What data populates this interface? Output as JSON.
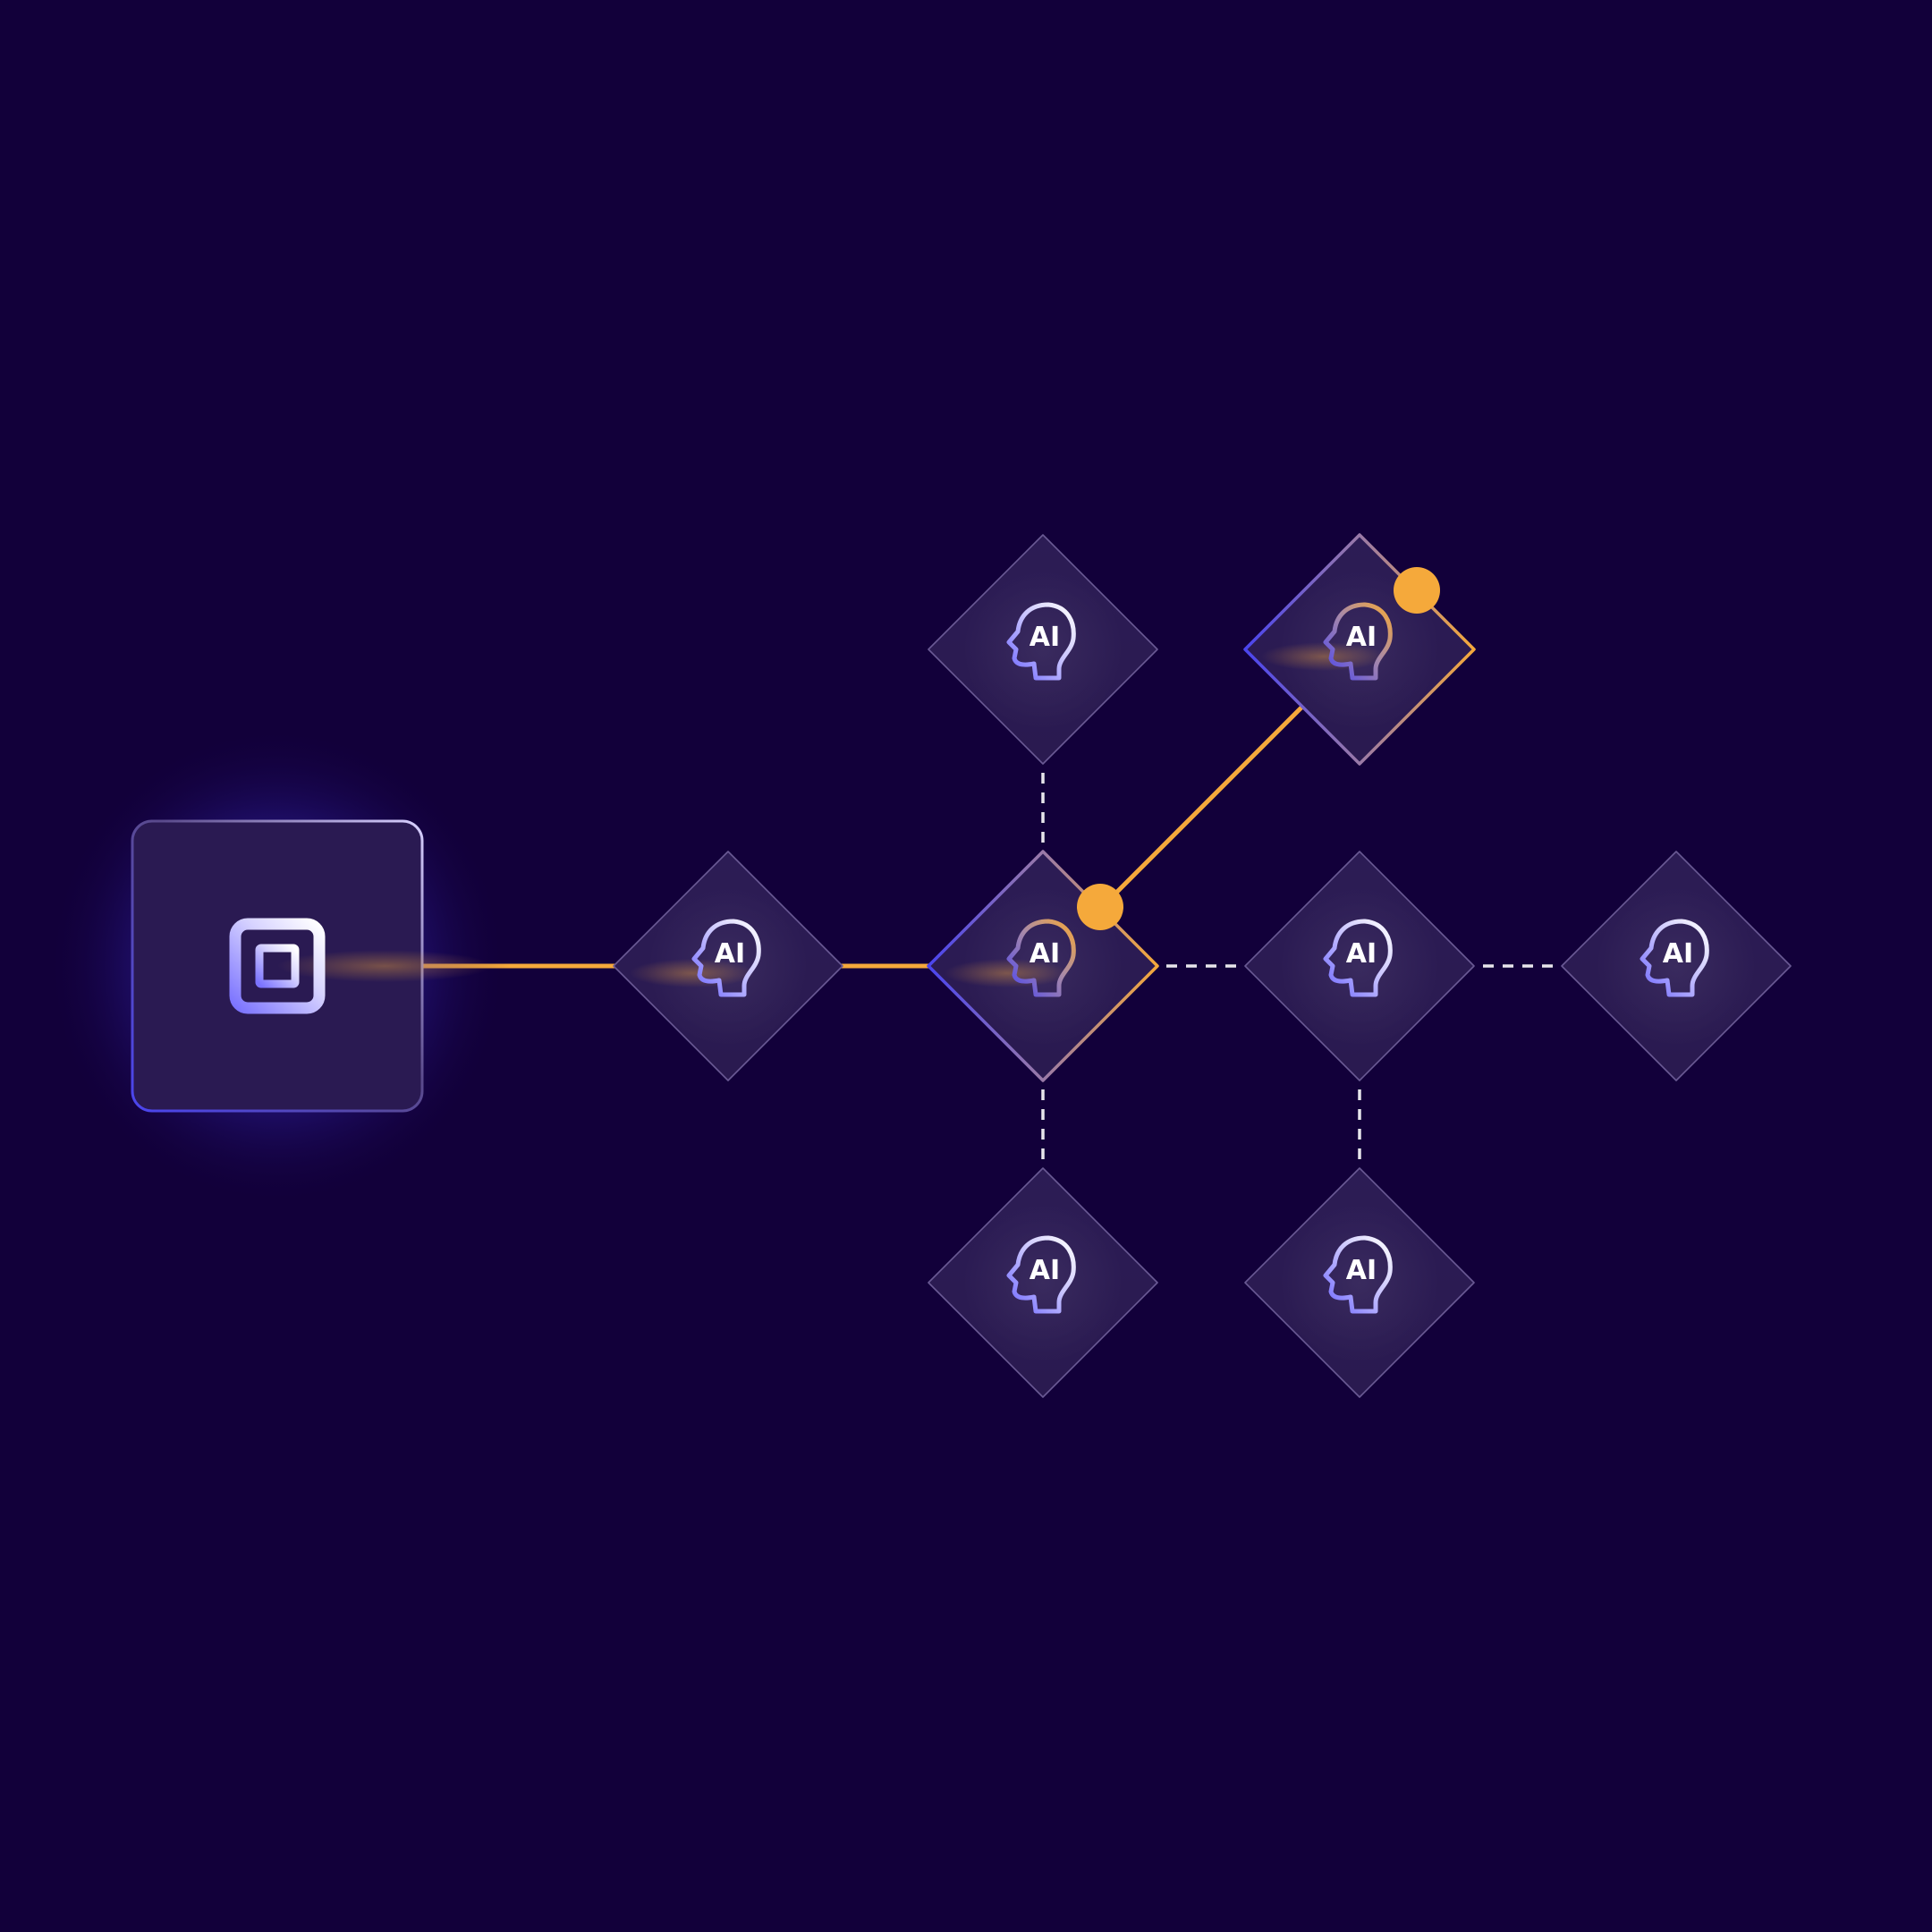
{
  "colors": {
    "background": "#12003a",
    "tile_fill": "#2a1a52",
    "tile_border": "#6a5a94",
    "accent_orange": "#f5a93b",
    "accent_blue": "#4b45ef",
    "icon_light": "#ffffff",
    "icon_violet": "#8a86ff",
    "dashed_connector": "#ffffff"
  },
  "source": {
    "icon": "cpu-chip-icon"
  },
  "nodes": [
    {
      "id": "n1",
      "label": "AI",
      "icon": "ai-head-icon",
      "active": false
    },
    {
      "id": "n2",
      "label": "AI",
      "icon": "ai-head-icon",
      "active": false
    },
    {
      "id": "n3",
      "label": "AI",
      "icon": "ai-head-icon",
      "active": true
    },
    {
      "id": "n4",
      "label": "AI",
      "icon": "ai-head-icon",
      "active": false
    },
    {
      "id": "n5",
      "label": "AI",
      "icon": "ai-head-icon",
      "active": false
    },
    {
      "id": "n6",
      "label": "AI",
      "icon": "ai-head-icon",
      "active": false
    },
    {
      "id": "n7",
      "label": "AI",
      "icon": "ai-head-icon",
      "active": true
    },
    {
      "id": "n8",
      "label": "AI",
      "icon": "ai-head-icon",
      "active": false
    }
  ],
  "connections": [
    {
      "from": "source",
      "to": "n1",
      "style": "active"
    },
    {
      "from": "n1",
      "to": "n3",
      "style": "active"
    },
    {
      "from": "n3",
      "to": "n7",
      "style": "active"
    },
    {
      "from": "n2",
      "to": "n3",
      "style": "dashed"
    },
    {
      "from": "n3",
      "to": "n5",
      "style": "dashed"
    },
    {
      "from": "n3",
      "to": "n4",
      "style": "dashed"
    },
    {
      "from": "n4",
      "to": "n8",
      "style": "dashed"
    },
    {
      "from": "n4",
      "to": "n6",
      "style": "dashed"
    }
  ]
}
